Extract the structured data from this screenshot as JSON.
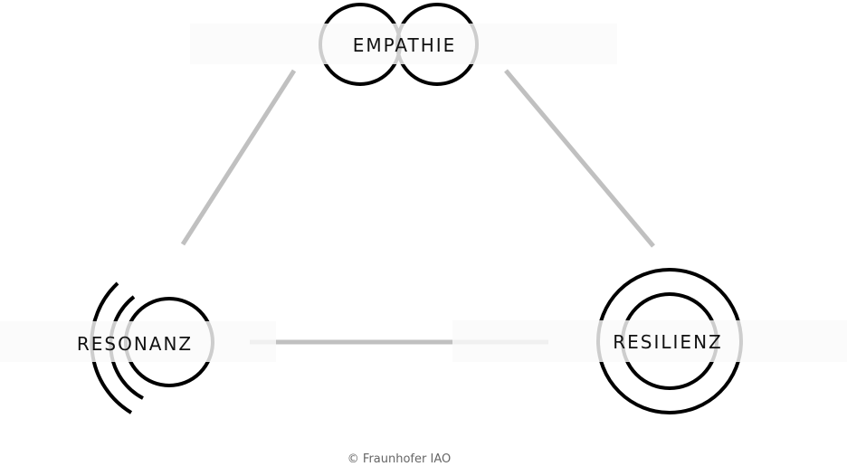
{
  "nodes": {
    "empathie": "EMPATHIE",
    "resonanz": "RESONANZ",
    "resilienz": "RESILIENZ"
  },
  "caption": "© Fraunhofer IAO",
  "colors": {
    "stroke": "#000000",
    "connector": "#c0c0c0",
    "band": "#ffffff"
  }
}
